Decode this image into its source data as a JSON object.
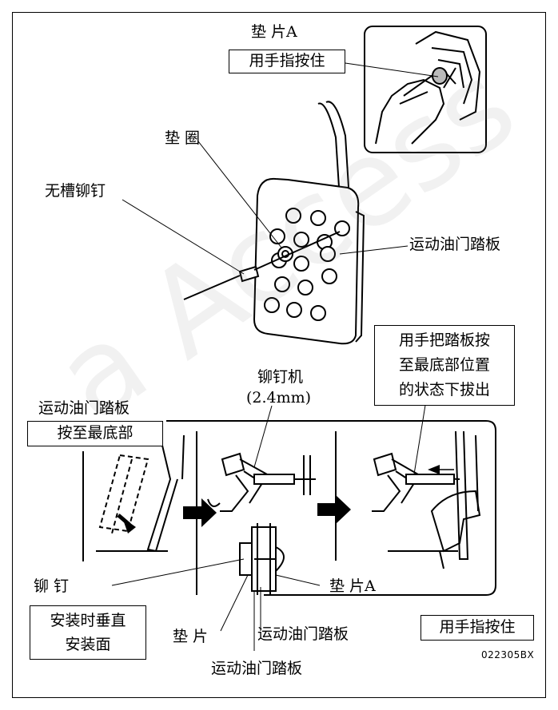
{
  "labels": {
    "shim_a_top": "垫 片A",
    "hold_finger_top": "用手指按住",
    "washer": "垫 圈",
    "grooveless_rivet": "无槽铆钉",
    "sport_pedal_right": "运动油门踏板",
    "rivet_gun": "铆钉机",
    "rivet_gun_size": "(2.4mm)",
    "pull_line1": "用手把踏板按",
    "pull_line2": "至最底部位置",
    "pull_line3": "的状态下拔出",
    "sport_pedal_left": "运动油门踏板",
    "press_bottom": "按至最底部",
    "rivet": "铆 钉",
    "shim_a_bottom": "垫 片A",
    "install_line1": "安装时垂直",
    "install_line2": "安装面",
    "shim": "垫 片",
    "sport_pedal_mid": "运动油门踏板",
    "sport_pedal_bottom": "运动油门踏板",
    "hold_finger_bottom": "用手指按住",
    "code": "022305BX"
  },
  "watermark": "a Access"
}
